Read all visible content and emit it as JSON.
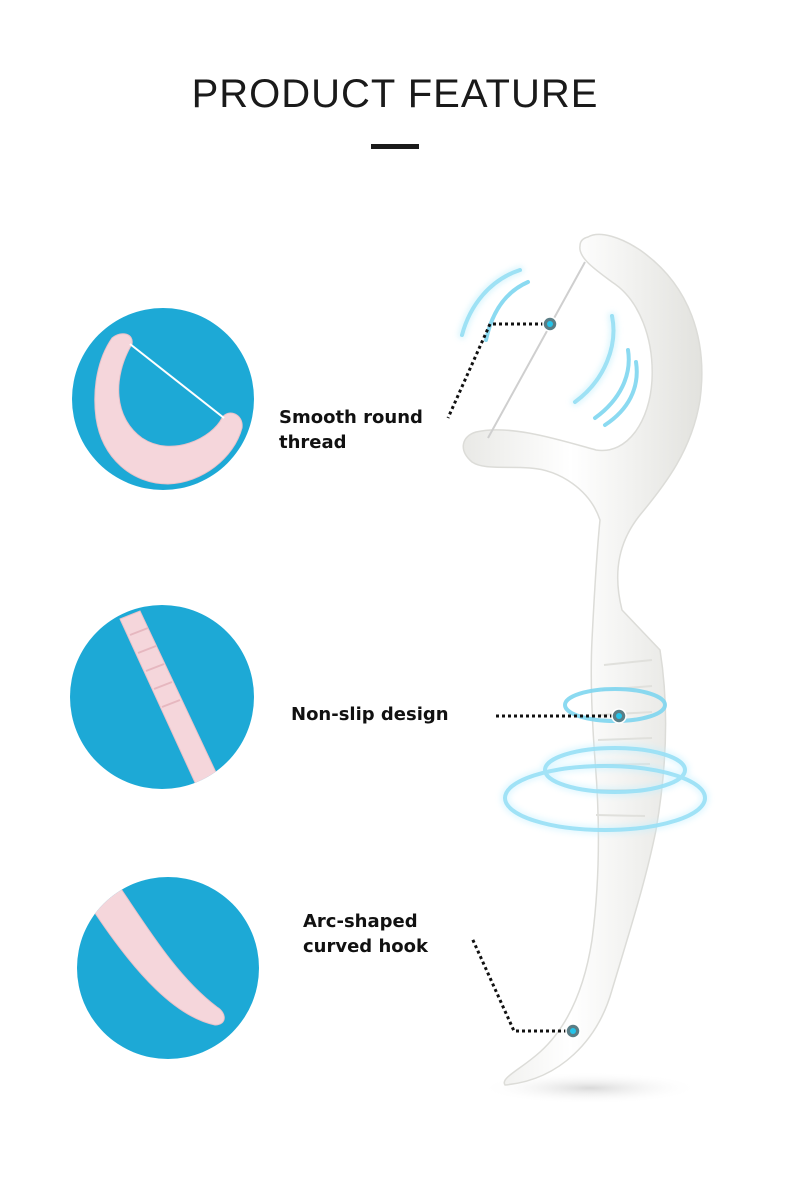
{
  "page": {
    "title": "PRODUCT FEATURE",
    "accent_color": "#1da9d6",
    "pick_color": "#f5d6db"
  },
  "features": [
    {
      "label": "Smooth round\nthread",
      "detail_icon": "floss-head-closeup-icon"
    },
    {
      "label": "Non-slip design",
      "detail_icon": "grip-closeup-icon"
    },
    {
      "label": "Arc-shaped\ncurved hook",
      "detail_icon": "hook-closeup-icon"
    }
  ]
}
